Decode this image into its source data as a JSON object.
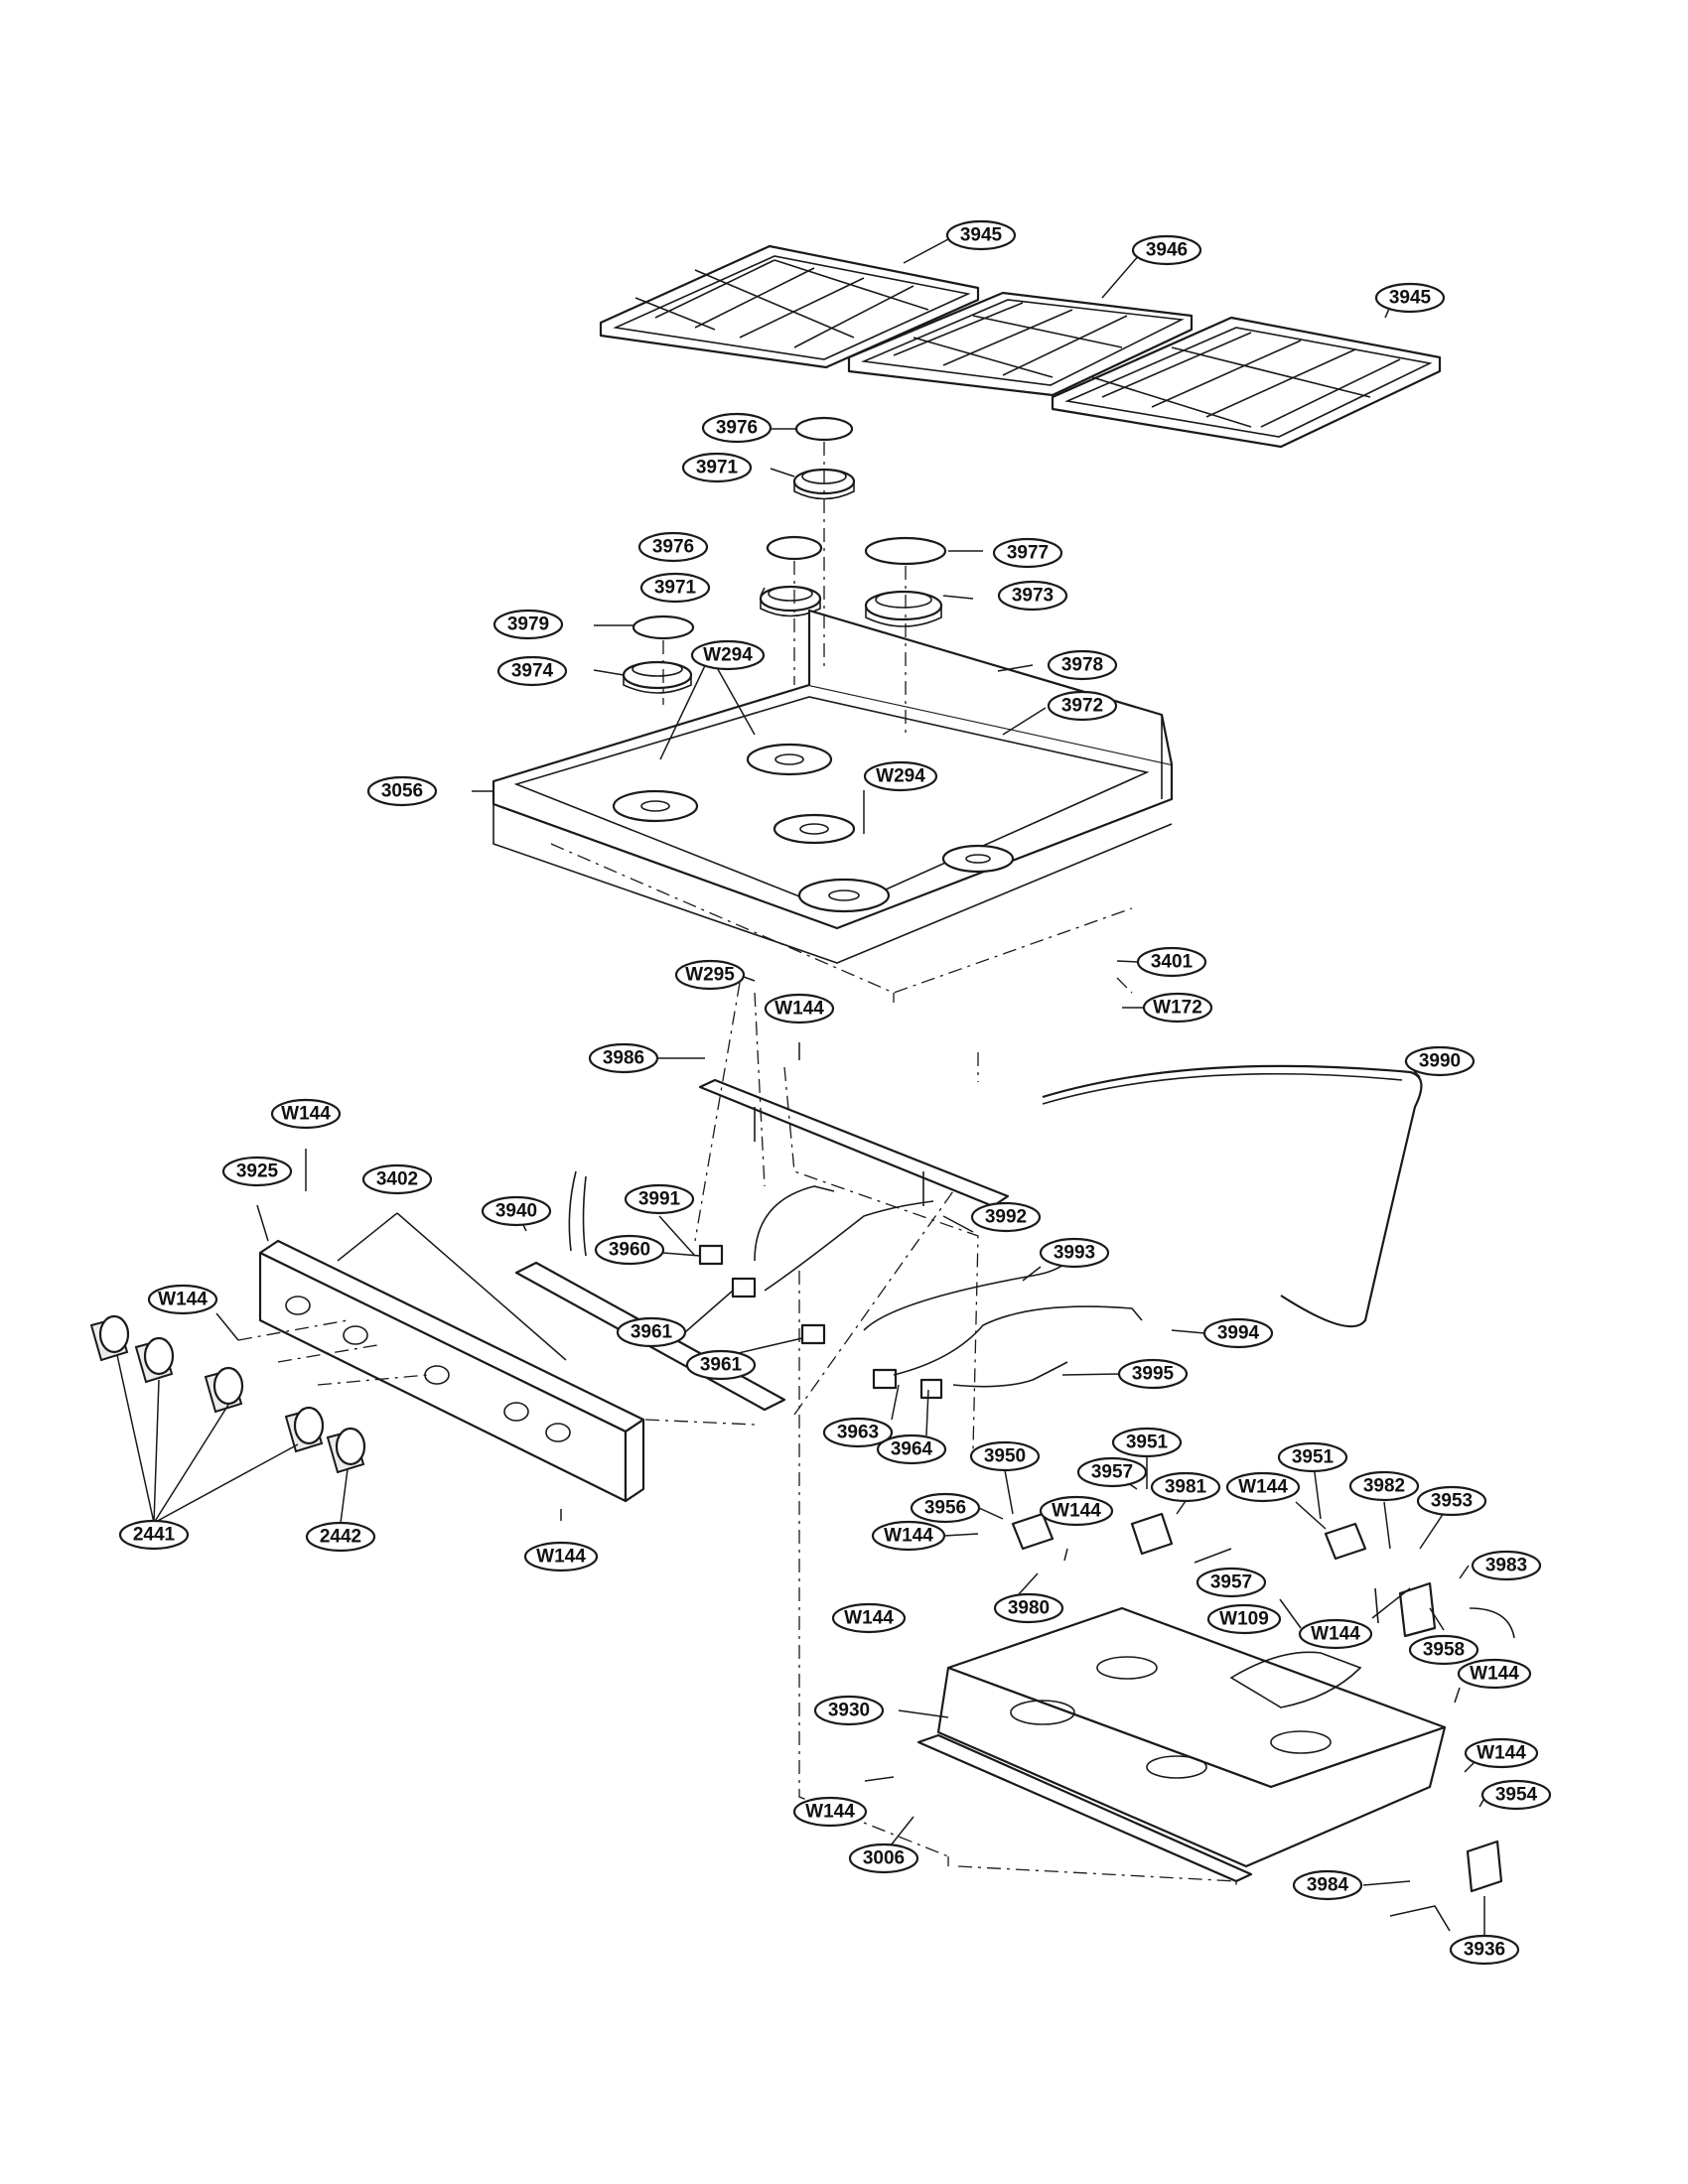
{
  "diagram": {
    "labels": [
      {
        "id": "3945"
      },
      {
        "id": "3946"
      },
      {
        "id": "3945"
      },
      {
        "id": "3976"
      },
      {
        "id": "3971"
      },
      {
        "id": "3976"
      },
      {
        "id": "3971"
      },
      {
        "id": "3977"
      },
      {
        "id": "3973"
      },
      {
        "id": "3979"
      },
      {
        "id": "3974"
      },
      {
        "id": "W294"
      },
      {
        "id": "3978"
      },
      {
        "id": "3972"
      },
      {
        "id": "3056"
      },
      {
        "id": "W294"
      },
      {
        "id": "3401"
      },
      {
        "id": "W172"
      },
      {
        "id": "W295"
      },
      {
        "id": "W144"
      },
      {
        "id": "3986"
      },
      {
        "id": "3990"
      },
      {
        "id": "W144"
      },
      {
        "id": "3925"
      },
      {
        "id": "3402"
      },
      {
        "id": "3940"
      },
      {
        "id": "3991"
      },
      {
        "id": "3992"
      },
      {
        "id": "3960"
      },
      {
        "id": "3993"
      },
      {
        "id": "W144"
      },
      {
        "id": "3961"
      },
      {
        "id": "3994"
      },
      {
        "id": "3961"
      },
      {
        "id": "3995"
      },
      {
        "id": "3963"
      },
      {
        "id": "3964"
      },
      {
        "id": "3950"
      },
      {
        "id": "3951"
      },
      {
        "id": "3951"
      },
      {
        "id": "3957"
      },
      {
        "id": "3981"
      },
      {
        "id": "W144"
      },
      {
        "id": "3982"
      },
      {
        "id": "3953"
      },
      {
        "id": "3956"
      },
      {
        "id": "W144"
      },
      {
        "id": "W144"
      },
      {
        "id": "3957"
      },
      {
        "id": "3983"
      },
      {
        "id": "3980"
      },
      {
        "id": "W144"
      },
      {
        "id": "W109"
      },
      {
        "id": "W144"
      },
      {
        "id": "3958"
      },
      {
        "id": "2441"
      },
      {
        "id": "2442"
      },
      {
        "id": "W144"
      },
      {
        "id": "W144"
      },
      {
        "id": "3930"
      },
      {
        "id": "W144"
      },
      {
        "id": "3954"
      },
      {
        "id": "W144"
      },
      {
        "id": "3006"
      },
      {
        "id": "3984"
      },
      {
        "id": "3936"
      }
    ]
  }
}
